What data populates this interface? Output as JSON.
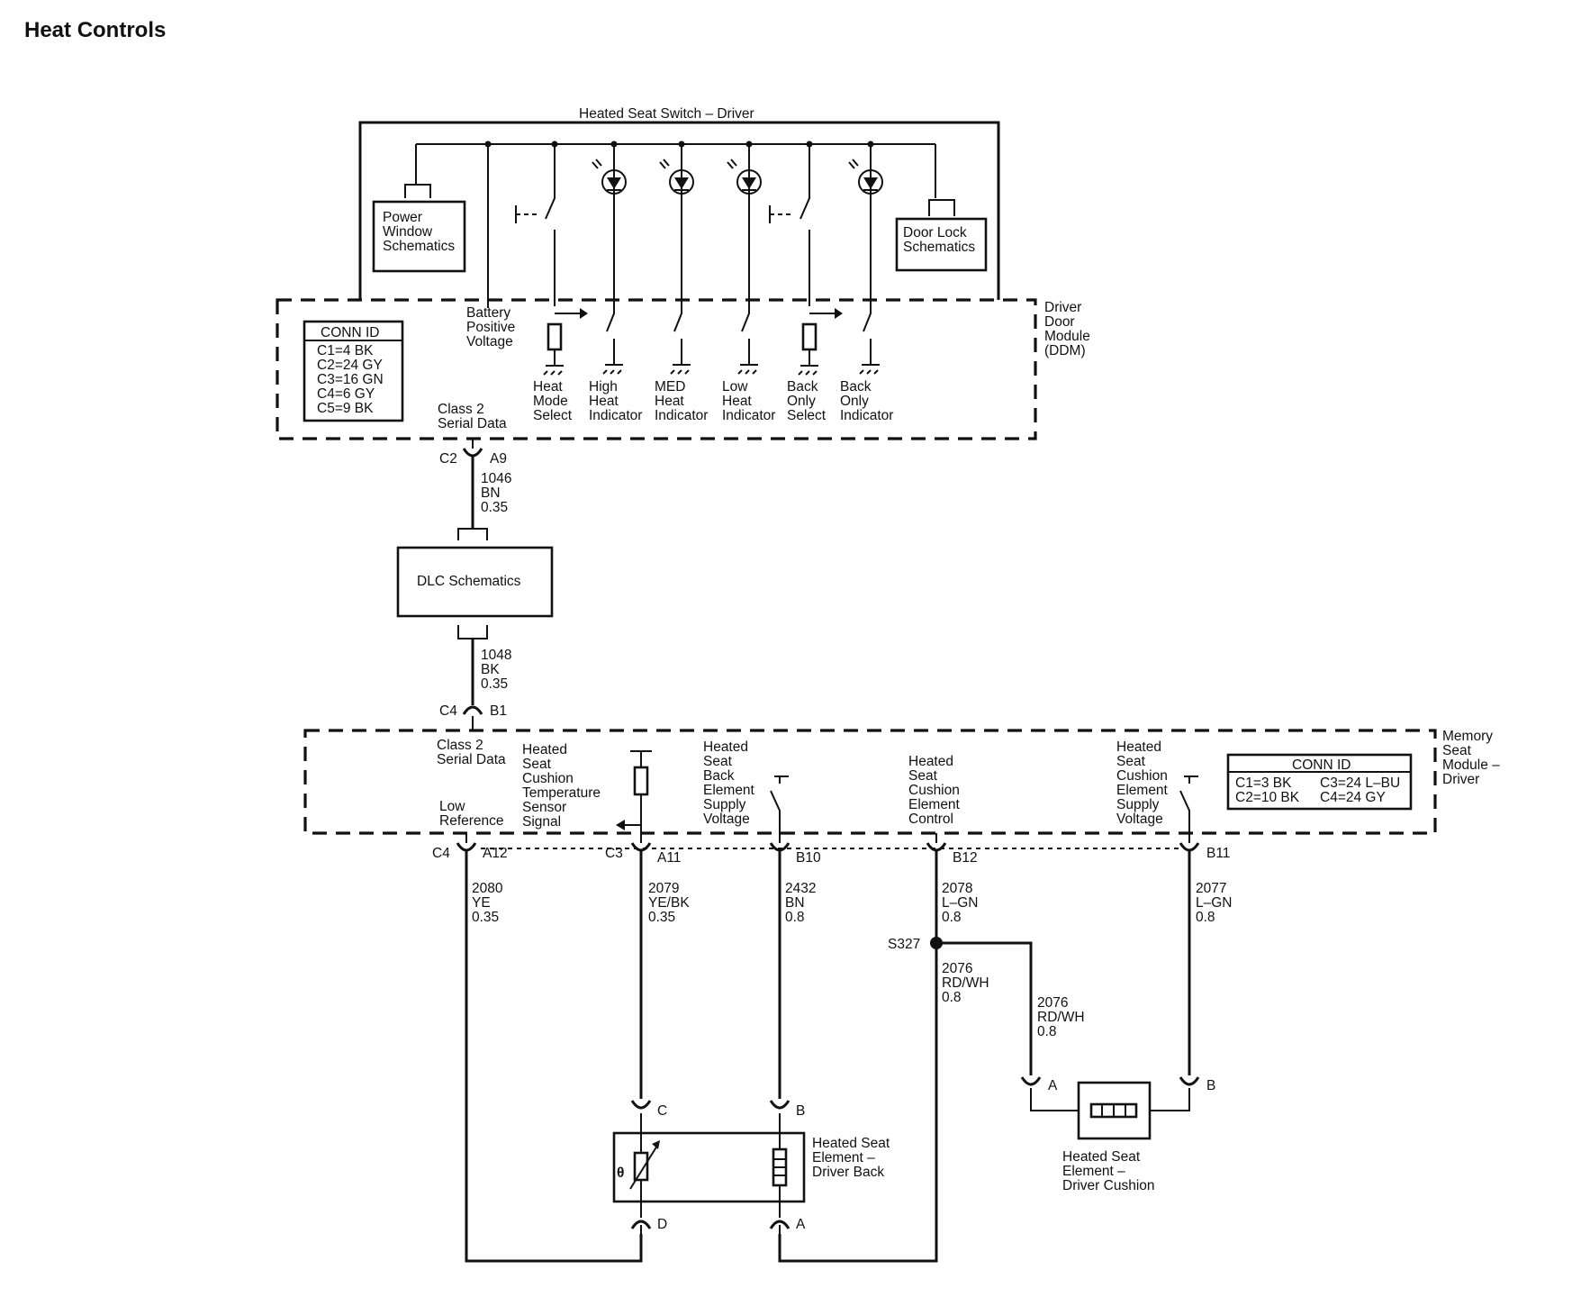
{
  "title": "Heat Controls",
  "switch": {
    "label": "Heated Seat Switch – Driver",
    "power_window": [
      "Power",
      "Window",
      "Schematics"
    ],
    "door_lock": [
      "Door Lock",
      "Schematics"
    ]
  },
  "ddm": {
    "name": [
      "Driver",
      "Door",
      "Module",
      "(DDM)"
    ],
    "conn_id_title": "CONN ID",
    "conn_id": [
      "C1=4 BK",
      "C2=24 GY",
      "C3=16 GN",
      "C4=6 GY",
      "C5=9 BK"
    ],
    "battery": [
      "Battery",
      "Positive",
      "Voltage"
    ],
    "serial": [
      "Class 2",
      "Serial Data"
    ],
    "circuits": [
      [
        "Heat",
        "Mode",
        "Select"
      ],
      [
        "High",
        "Heat",
        "Indicator"
      ],
      [
        "MED",
        "Heat",
        "Indicator"
      ],
      [
        "Low",
        "Heat",
        "Indicator"
      ],
      [
        "Back",
        "Only",
        "Select"
      ],
      [
        "Back",
        "Only",
        "Indicator"
      ]
    ]
  },
  "connections": {
    "ddm_conn": "C2",
    "ddm_pin": "A9",
    "wire1": [
      "1046",
      "BN",
      "0.35"
    ],
    "dlc": "DLC Schematics",
    "wire2": [
      "1048",
      "BK",
      "0.35"
    ],
    "msm_conn": "C4",
    "msm_pin": "B1"
  },
  "msm": {
    "name": [
      "Memory",
      "Seat",
      "Module –",
      "Driver"
    ],
    "conn_id_title": "CONN ID",
    "conn_id_left": [
      "C1=3 BK",
      "C2=10 BK"
    ],
    "conn_id_right": [
      "C3=24 L–BU",
      "C4=24 GY"
    ],
    "serial": [
      "Class 2",
      "Serial Data"
    ],
    "low_ref": [
      "Low",
      "Reference"
    ],
    "temp_sensor": [
      "Heated",
      "Seat",
      "Cushion",
      "Temperature",
      "Sensor",
      "Signal"
    ],
    "back_supply": [
      "Heated",
      "Seat",
      "Back",
      "Element",
      "Supply",
      "Voltage"
    ],
    "cushion_control": [
      "Heated",
      "Seat",
      "Cushion",
      "Element",
      "Control"
    ],
    "cushion_supply": [
      "Heated",
      "Seat",
      "Cushion",
      "Element",
      "Supply",
      "Voltage"
    ]
  },
  "pins": {
    "a12_conn": "C4",
    "a12": "A12",
    "a11_conn": "C3",
    "a11": "A11",
    "b10": "B10",
    "b12": "B12",
    "b11": "B11"
  },
  "wires": {
    "w2080": [
      "2080",
      "YE",
      "0.35"
    ],
    "w2079": [
      "2079",
      "YE/BK",
      "0.35"
    ],
    "w2432": [
      "2432",
      "BN",
      "0.8"
    ],
    "w2078": [
      "2078",
      "L–GN",
      "0.8"
    ],
    "w2077": [
      "2077",
      "L–GN",
      "0.8"
    ],
    "splice": "S327",
    "w2076a": [
      "2076",
      "RD/WH",
      "0.8"
    ],
    "w2076b": [
      "2076",
      "RD/WH",
      "0.8"
    ]
  },
  "back_element": {
    "name": [
      "Heated Seat",
      "Element –",
      "Driver Back"
    ],
    "pin_c": "C",
    "pin_b": "B",
    "pin_d": "D",
    "pin_a": "A",
    "theta": "θ"
  },
  "cushion_element": {
    "name": [
      "Heated Seat",
      "Element –",
      "Driver Cushion"
    ],
    "pin_a": "A",
    "pin_b": "B"
  }
}
